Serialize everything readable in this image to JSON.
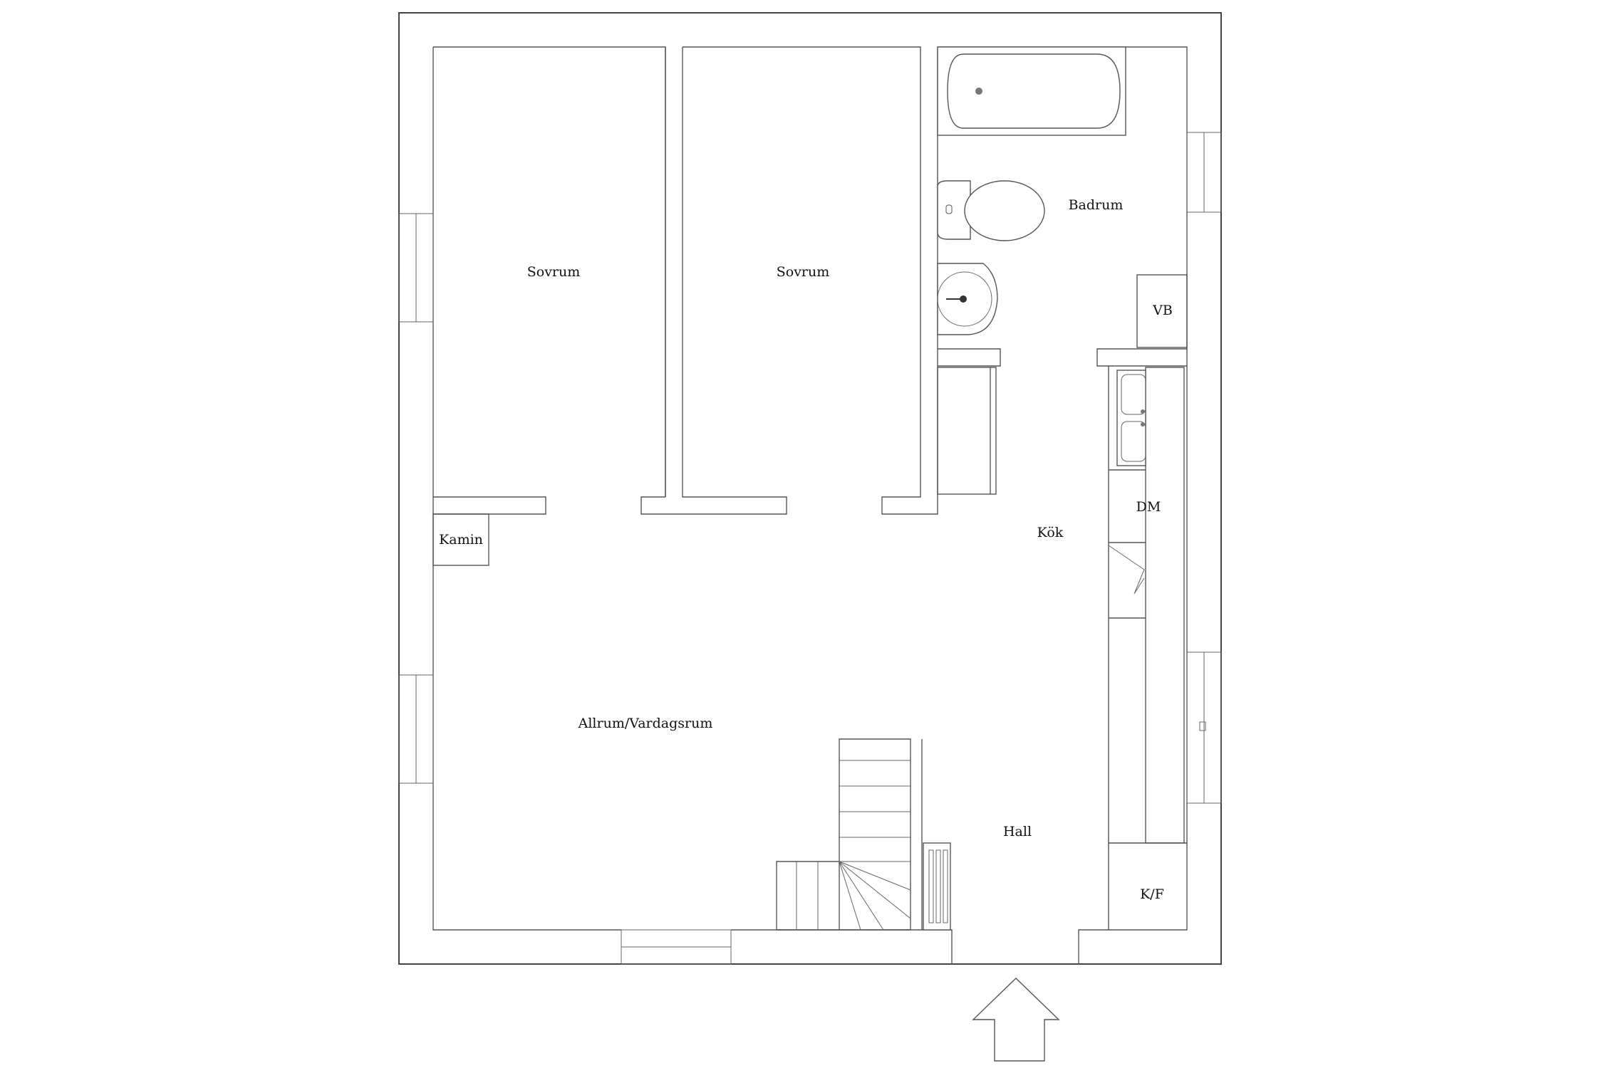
{
  "rooms": {
    "sovrum_1": "Sovrum",
    "sovrum_2": "Sovrum",
    "badrum": "Badrum",
    "vb": "VB",
    "kamin": "Kamin",
    "kok": "Kök",
    "dm": "DM",
    "allrum": "Allrum/Vardagsrum",
    "hall": "Hall",
    "kf": "K/F"
  },
  "icons": {
    "entrance": "up-arrow-icon",
    "bathtub": "bathtub-icon",
    "toilet": "toilet-icon",
    "washbasin": "washbasin-icon",
    "kitchen_sink": "double-sink-icon",
    "radiator": "radiator-icon",
    "stairs": "staircase-icon"
  }
}
